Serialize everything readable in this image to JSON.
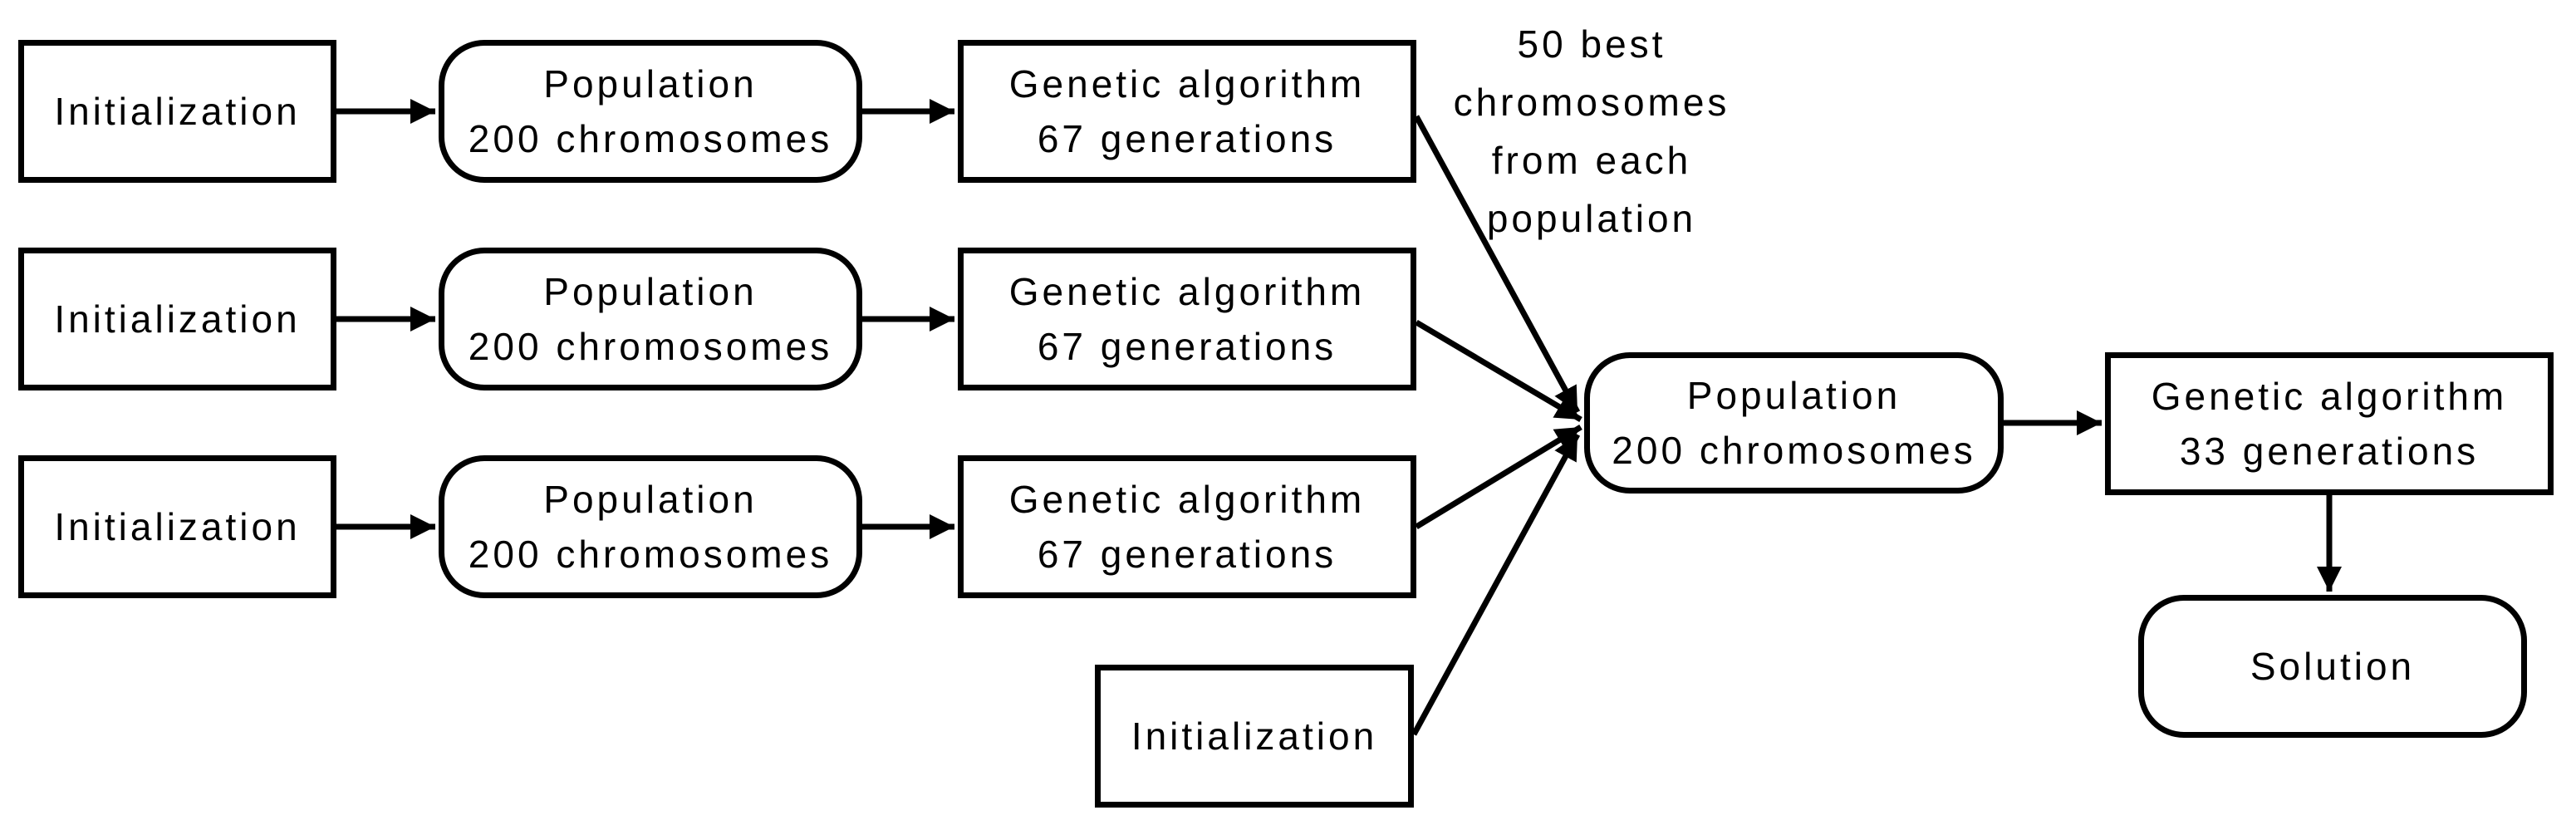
{
  "diagram": {
    "colors": {
      "background": "#ffffff",
      "stroke": "#000000"
    },
    "annotation": {
      "lines": [
        "50 best",
        "chromosomes",
        "from each",
        "population"
      ]
    },
    "nodes": {
      "init_top": {
        "label": "Initialization"
      },
      "init_middle": {
        "label": "Initialization"
      },
      "init_bottom": {
        "label": "Initialization"
      },
      "init_extra": {
        "label": "Initialization"
      },
      "population_top": {
        "line1": "Population",
        "line2": "200 chromosomes"
      },
      "population_middle": {
        "line1": "Population",
        "line2": "200 chromosomes"
      },
      "population_bottom": {
        "line1": "Population",
        "line2": "200 chromosomes"
      },
      "ga_top": {
        "line1": "Genetic algorithm",
        "line2": "67 generations"
      },
      "ga_middle": {
        "line1": "Genetic algorithm",
        "line2": "67 generations"
      },
      "ga_bottom": {
        "line1": "Genetic algorithm",
        "line2": "67 generations"
      },
      "population_merged": {
        "line1": "Population",
        "line2": "200 chromosomes"
      },
      "ga_final": {
        "line1": "Genetic algorithm",
        "line2": "33 generations"
      },
      "solution": {
        "label": "Solution"
      }
    }
  }
}
